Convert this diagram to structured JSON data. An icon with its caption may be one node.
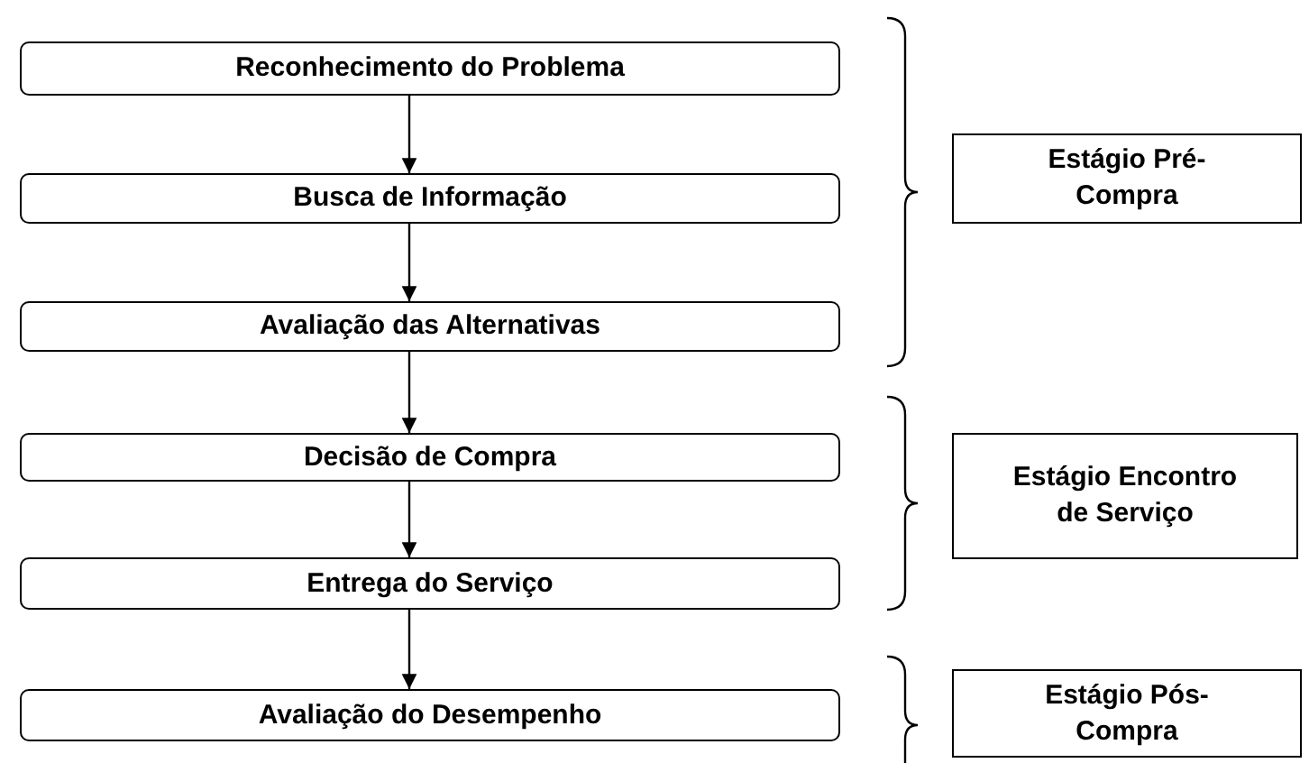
{
  "diagram": {
    "nodes": [
      {
        "text": [
          "Reconhecimento do Problema"
        ]
      },
      {
        "text": [
          "Busca de Informação"
        ]
      },
      {
        "text": [
          "Avaliação das Alternativas"
        ]
      },
      {
        "text": [
          "Decisão de Compra"
        ]
      },
      {
        "text": [
          "Entrega do Serviço"
        ]
      },
      {
        "text": [
          "Avaliação do Desempenho"
        ]
      },
      {
        "text": [
          "Estágio Pré-Compra"
        ]
      },
      {
        "text": [
          "Estágio Encontro de Serviço"
        ]
      },
      {
        "text": [
          "Estágio Pós-Compra"
        ]
      }
    ],
    "edges": [
      {
        "from": 0,
        "to": 1,
        "arrow": "to"
      },
      {
        "from": 1,
        "to": 2,
        "arrow": "to"
      },
      {
        "from": 2,
        "to": 3,
        "arrow": "to"
      },
      {
        "from": 3,
        "to": 4,
        "arrow": "to"
      },
      {
        "from": 4,
        "to": 5,
        "arrow": "to"
      }
    ]
  }
}
